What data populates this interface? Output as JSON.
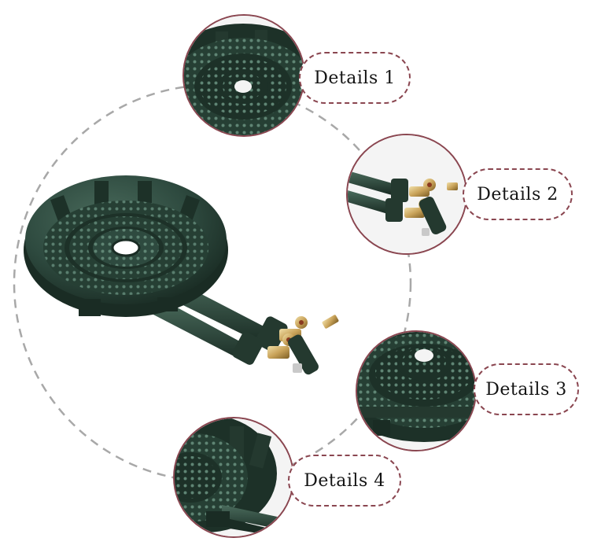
{
  "product": {
    "name": "cast-iron-triple-ring-gas-burner",
    "colors": {
      "iron": "#2e4a3f",
      "iron_dark": "#1d3128",
      "iron_light": "#4a6b5c",
      "brass": "#c9a35a",
      "accent": "#8a4650",
      "dashed_circle": "#a8a8a8"
    }
  },
  "details": [
    {
      "label": "Details 1"
    },
    {
      "label": "Details 2"
    },
    {
      "label": "Details 3"
    },
    {
      "label": "Details 4"
    }
  ]
}
